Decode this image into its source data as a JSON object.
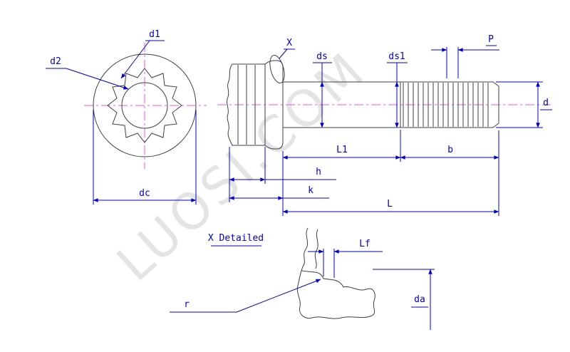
{
  "watermark": "LUOSI.COM",
  "colors": {
    "dimension_blue": "#0000cc",
    "outline_gray": "#3f3f3f",
    "centerline_magenta": "#e45cd9",
    "background": "#ffffff"
  },
  "end_view": {
    "labels": {
      "d1": "d1",
      "d2": "d2",
      "dc": "dc"
    }
  },
  "side_view": {
    "labels": {
      "x": "X",
      "ds": "ds",
      "ds1": "ds1",
      "p": "P",
      "d": "d",
      "l1": "L1",
      "h": "h",
      "k": "k",
      "b": "b",
      "l": "L"
    }
  },
  "detail_view": {
    "title": "X Detailed",
    "labels": {
      "lf": "Lf",
      "r": "r",
      "da": "da"
    }
  }
}
